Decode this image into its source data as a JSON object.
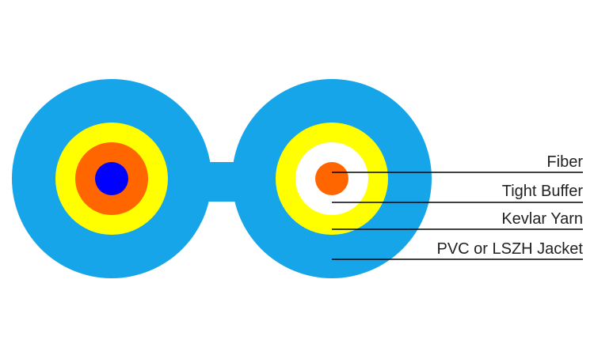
{
  "diagram": {
    "colors": {
      "background": "#ffffff",
      "jacket": "#15a5e8",
      "kevlar_yarn": "#ffff00",
      "tight_buffer_left": "#ff6600",
      "tight_buffer_right": "#ffffff",
      "fiber_left": "#0000ff",
      "fiber_right": "#ff6600",
      "leader_line": "#000000"
    },
    "labels": {
      "fiber": "Fiber",
      "tight_buffer": "Tight Buffer",
      "kevlar_yarn": "Kevlar Yarn",
      "jacket": "PVC or LSZH Jacket"
    }
  }
}
